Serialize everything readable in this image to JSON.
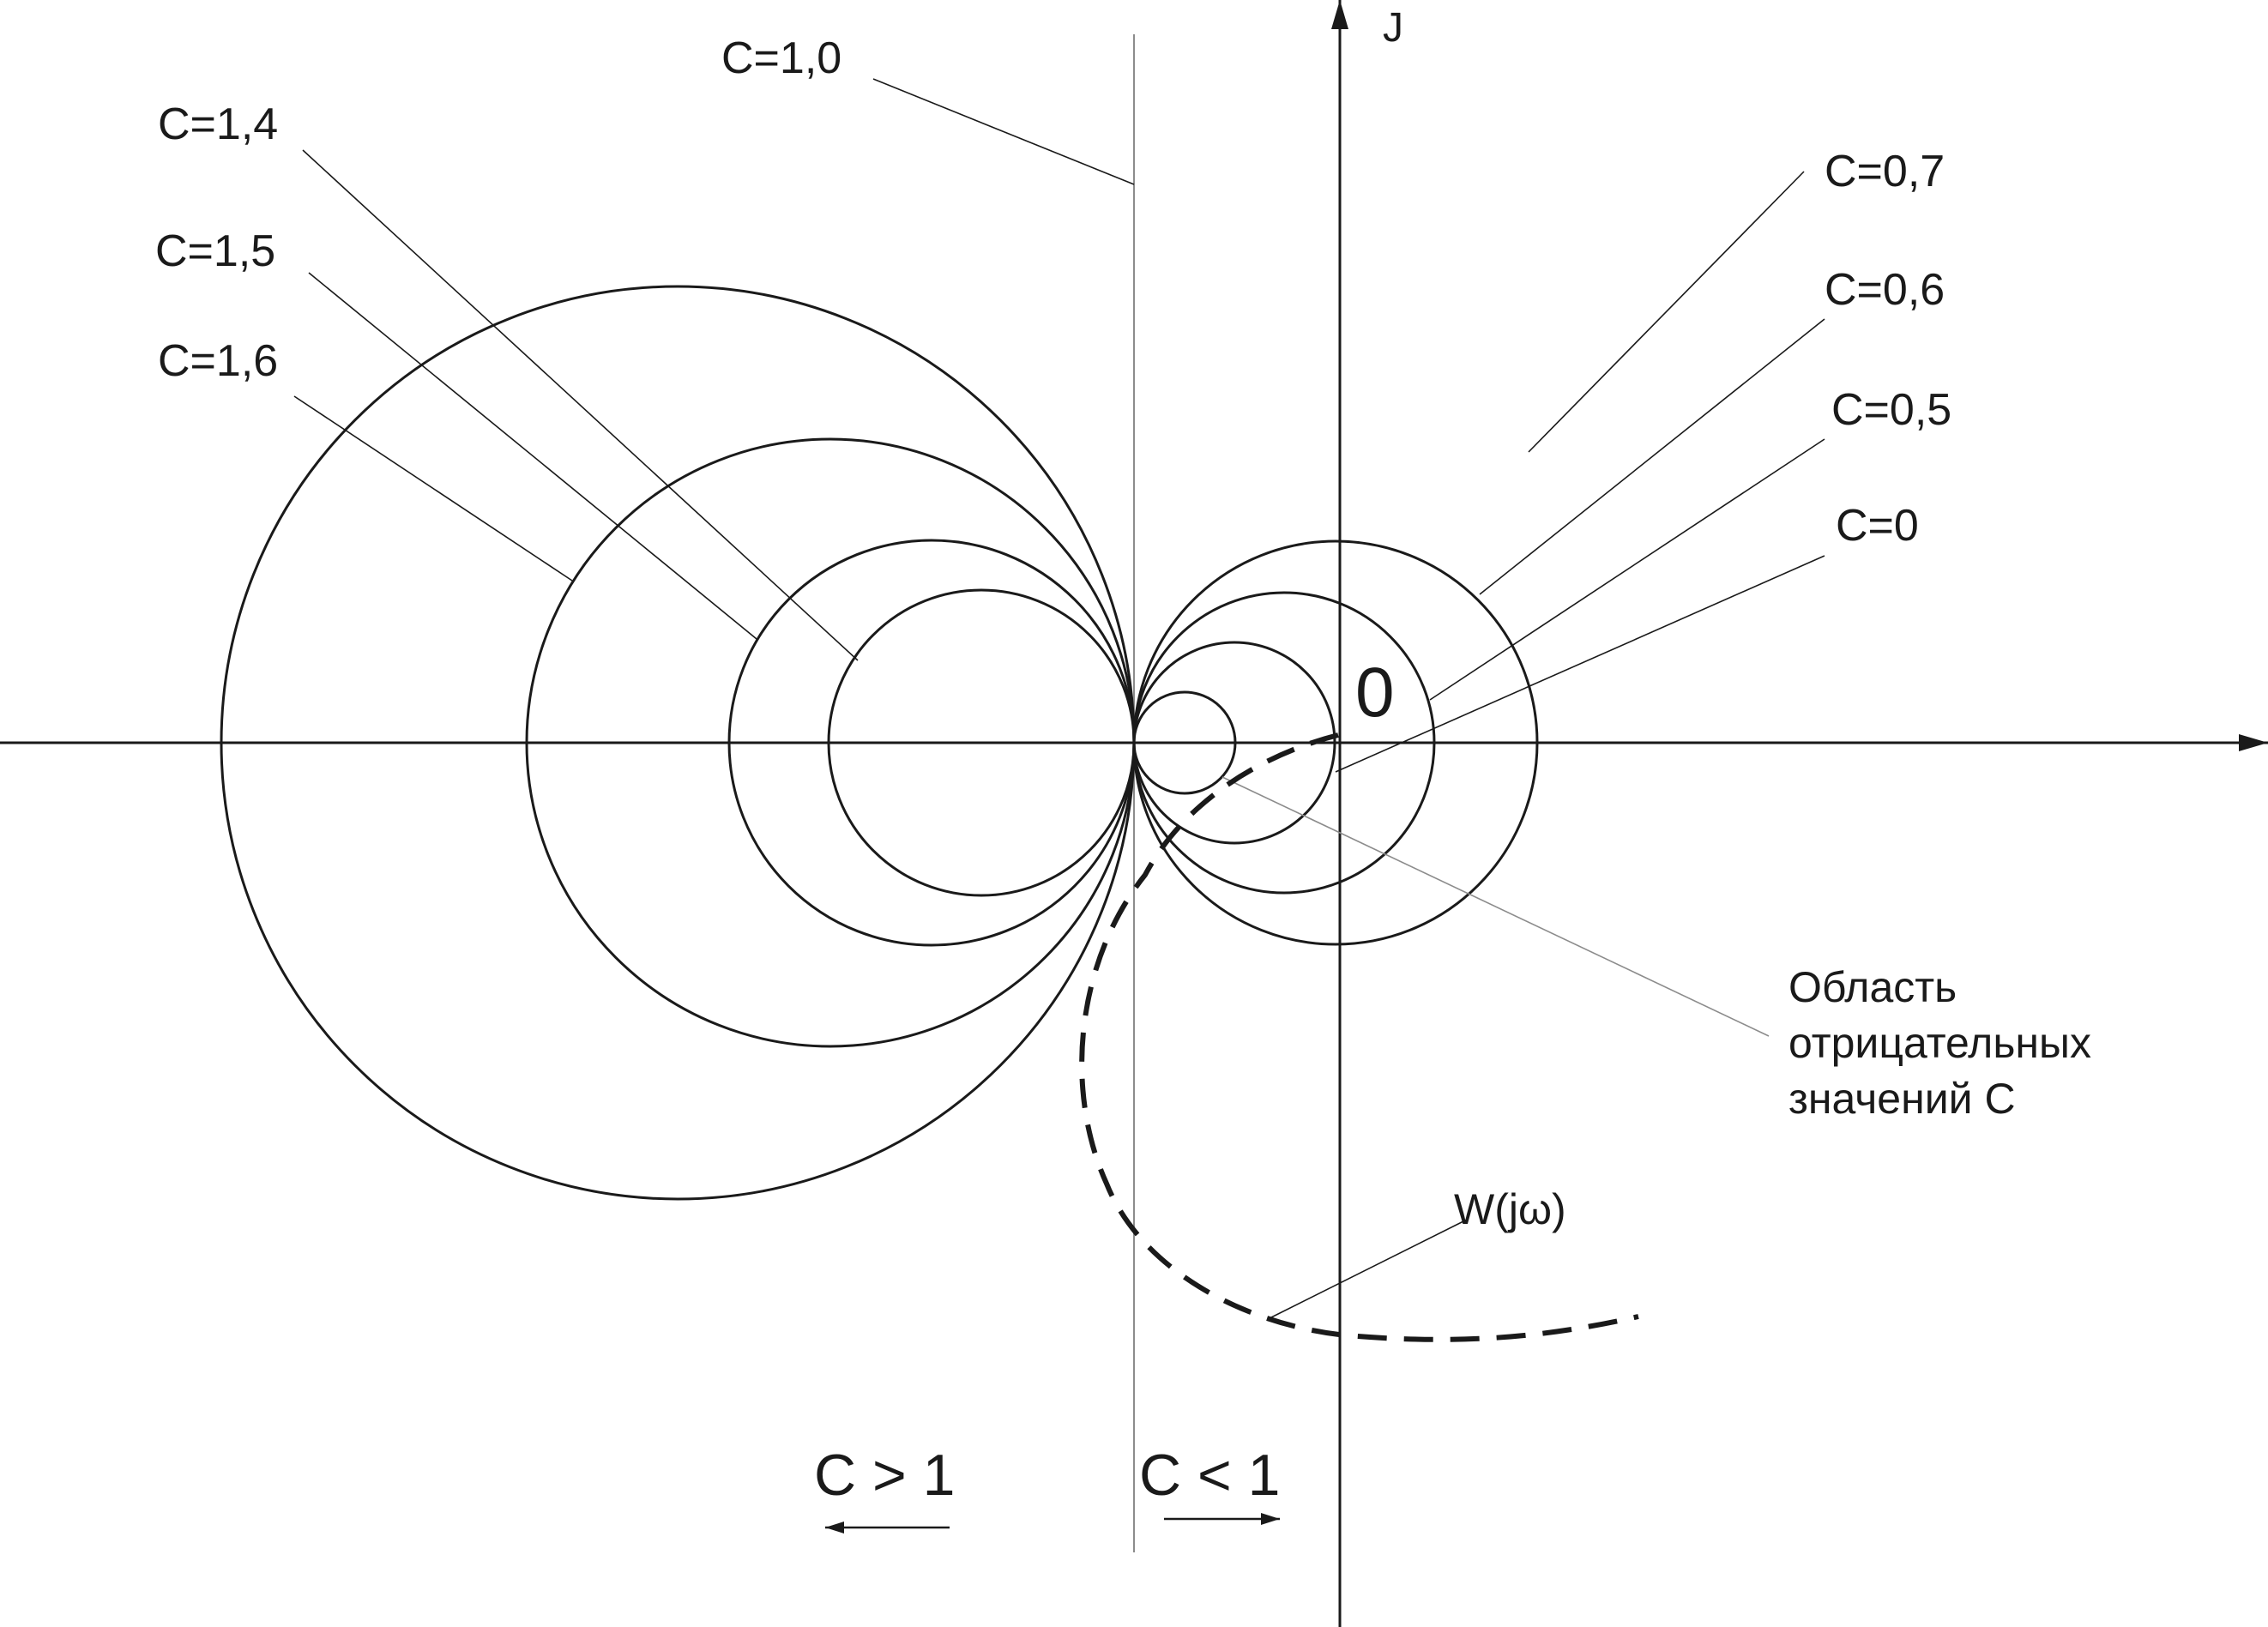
{
  "axes": {
    "imag_label": "J",
    "origin_label": "0"
  },
  "circle_labels": {
    "c10": "C=1,0",
    "c14": "C=1,4",
    "c15": "C=1,5",
    "c16": "C=1,6",
    "c07": "C=0,7",
    "c06": "C=0,6",
    "c05": "C=0,5",
    "c0": "C=0"
  },
  "negative_region": {
    "lines": [
      "Область",
      "отрицательных",
      "значений C"
    ]
  },
  "curve_label": "W(jω)",
  "direction": {
    "greater": "C > 1",
    "less": "C < 1"
  }
}
